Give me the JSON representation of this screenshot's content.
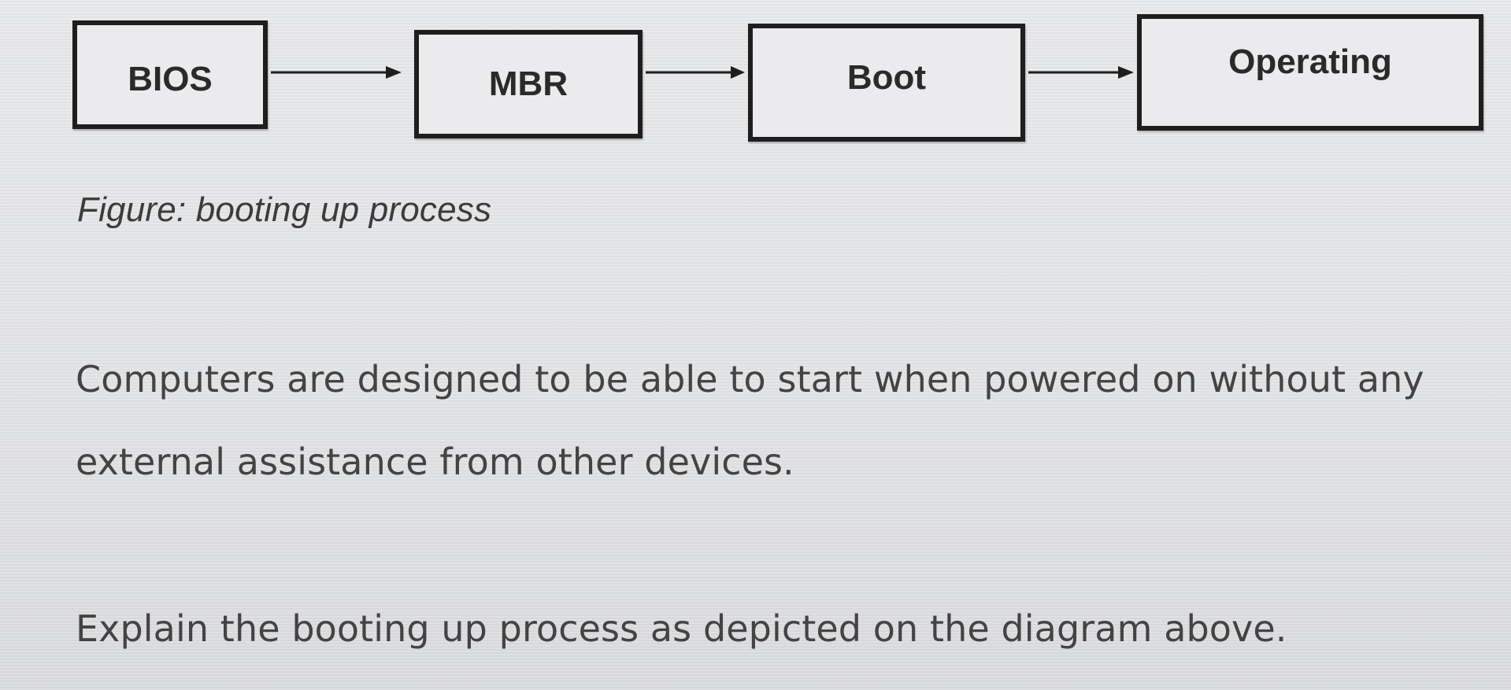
{
  "diagram": {
    "steps": [
      {
        "label": "BIOS"
      },
      {
        "label": "MBR"
      },
      {
        "label": "Boot"
      },
      {
        "label": "Operating"
      }
    ]
  },
  "caption": "Figure: booting up process",
  "paragraph": {
    "line1": "Computers are designed to be able to start when powered on without any",
    "line2": "external assistance from other devices."
  },
  "question": "Explain the booting up process as depicted on the diagram above."
}
